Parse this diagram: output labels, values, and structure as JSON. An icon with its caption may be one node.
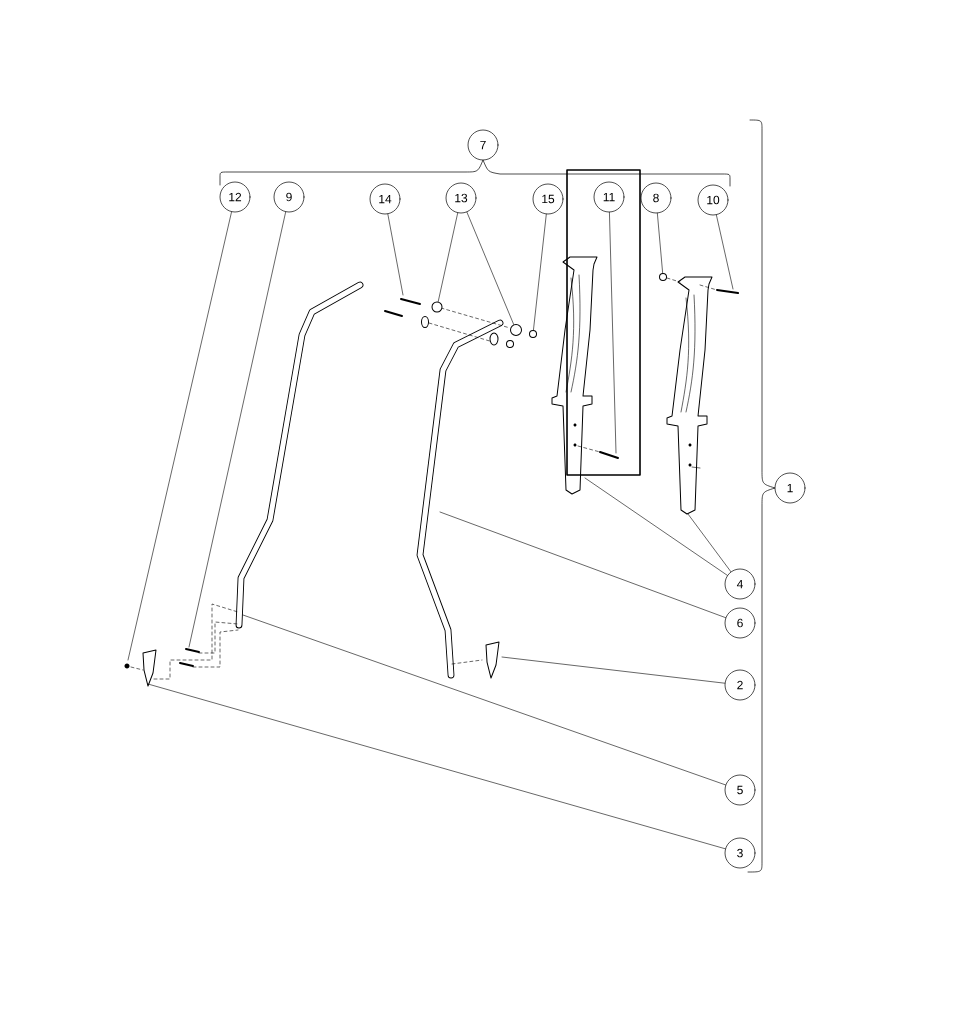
{
  "diagram": {
    "nodes": [
      {
        "text": [
          "7"
        ]
      },
      {
        "text": [
          "12"
        ]
      },
      {
        "text": [
          "9"
        ]
      },
      {
        "text": [
          "14"
        ]
      },
      {
        "text": [
          "13"
        ]
      },
      {
        "text": [
          "15"
        ]
      },
      {
        "text": [
          "11"
        ]
      },
      {
        "text": [
          "8"
        ]
      },
      {
        "text": [
          "10"
        ]
      },
      {
        "text": [
          "1"
        ]
      },
      {
        "text": [
          "4"
        ]
      },
      {
        "text": [
          "6"
        ]
      },
      {
        "text": [
          "2"
        ]
      },
      {
        "text": [
          "5"
        ]
      },
      {
        "text": [
          "3"
        ]
      },
      {
        "text": [],
        "shape": "circle"
      },
      {
        "text": [],
        "shape": "circle"
      },
      {
        "text": [],
        "shape": "circle"
      },
      {
        "text": [],
        "shape": "circle"
      }
    ],
    "edges": [
      {
        "from": 1,
        "to": null,
        "arrow": "none"
      },
      {
        "from": 2,
        "to": null,
        "arrow": "none"
      },
      {
        "from": 3,
        "to": null,
        "arrow": "none"
      },
      {
        "from": 4,
        "to": 15,
        "arrow": "none"
      },
      {
        "from": 4,
        "to": 16,
        "arrow": "none"
      },
      {
        "from": 5,
        "to": 17,
        "arrow": "none"
      },
      {
        "from": 6,
        "to": null,
        "arrow": "none"
      },
      {
        "from": 7,
        "to": 18,
        "arrow": "none"
      },
      {
        "from": 8,
        "to": null,
        "arrow": "none"
      },
      {
        "from": 10,
        "to": null,
        "arrow": "none"
      },
      {
        "from": 10,
        "to": null,
        "arrow": "none"
      },
      {
        "from": 11,
        "to": null,
        "arrow": "none"
      },
      {
        "from": 12,
        "to": null,
        "arrow": "none"
      },
      {
        "from": 13,
        "to": null,
        "arrow": "none"
      },
      {
        "from": 14,
        "to": null,
        "arrow": "none"
      }
    ]
  }
}
